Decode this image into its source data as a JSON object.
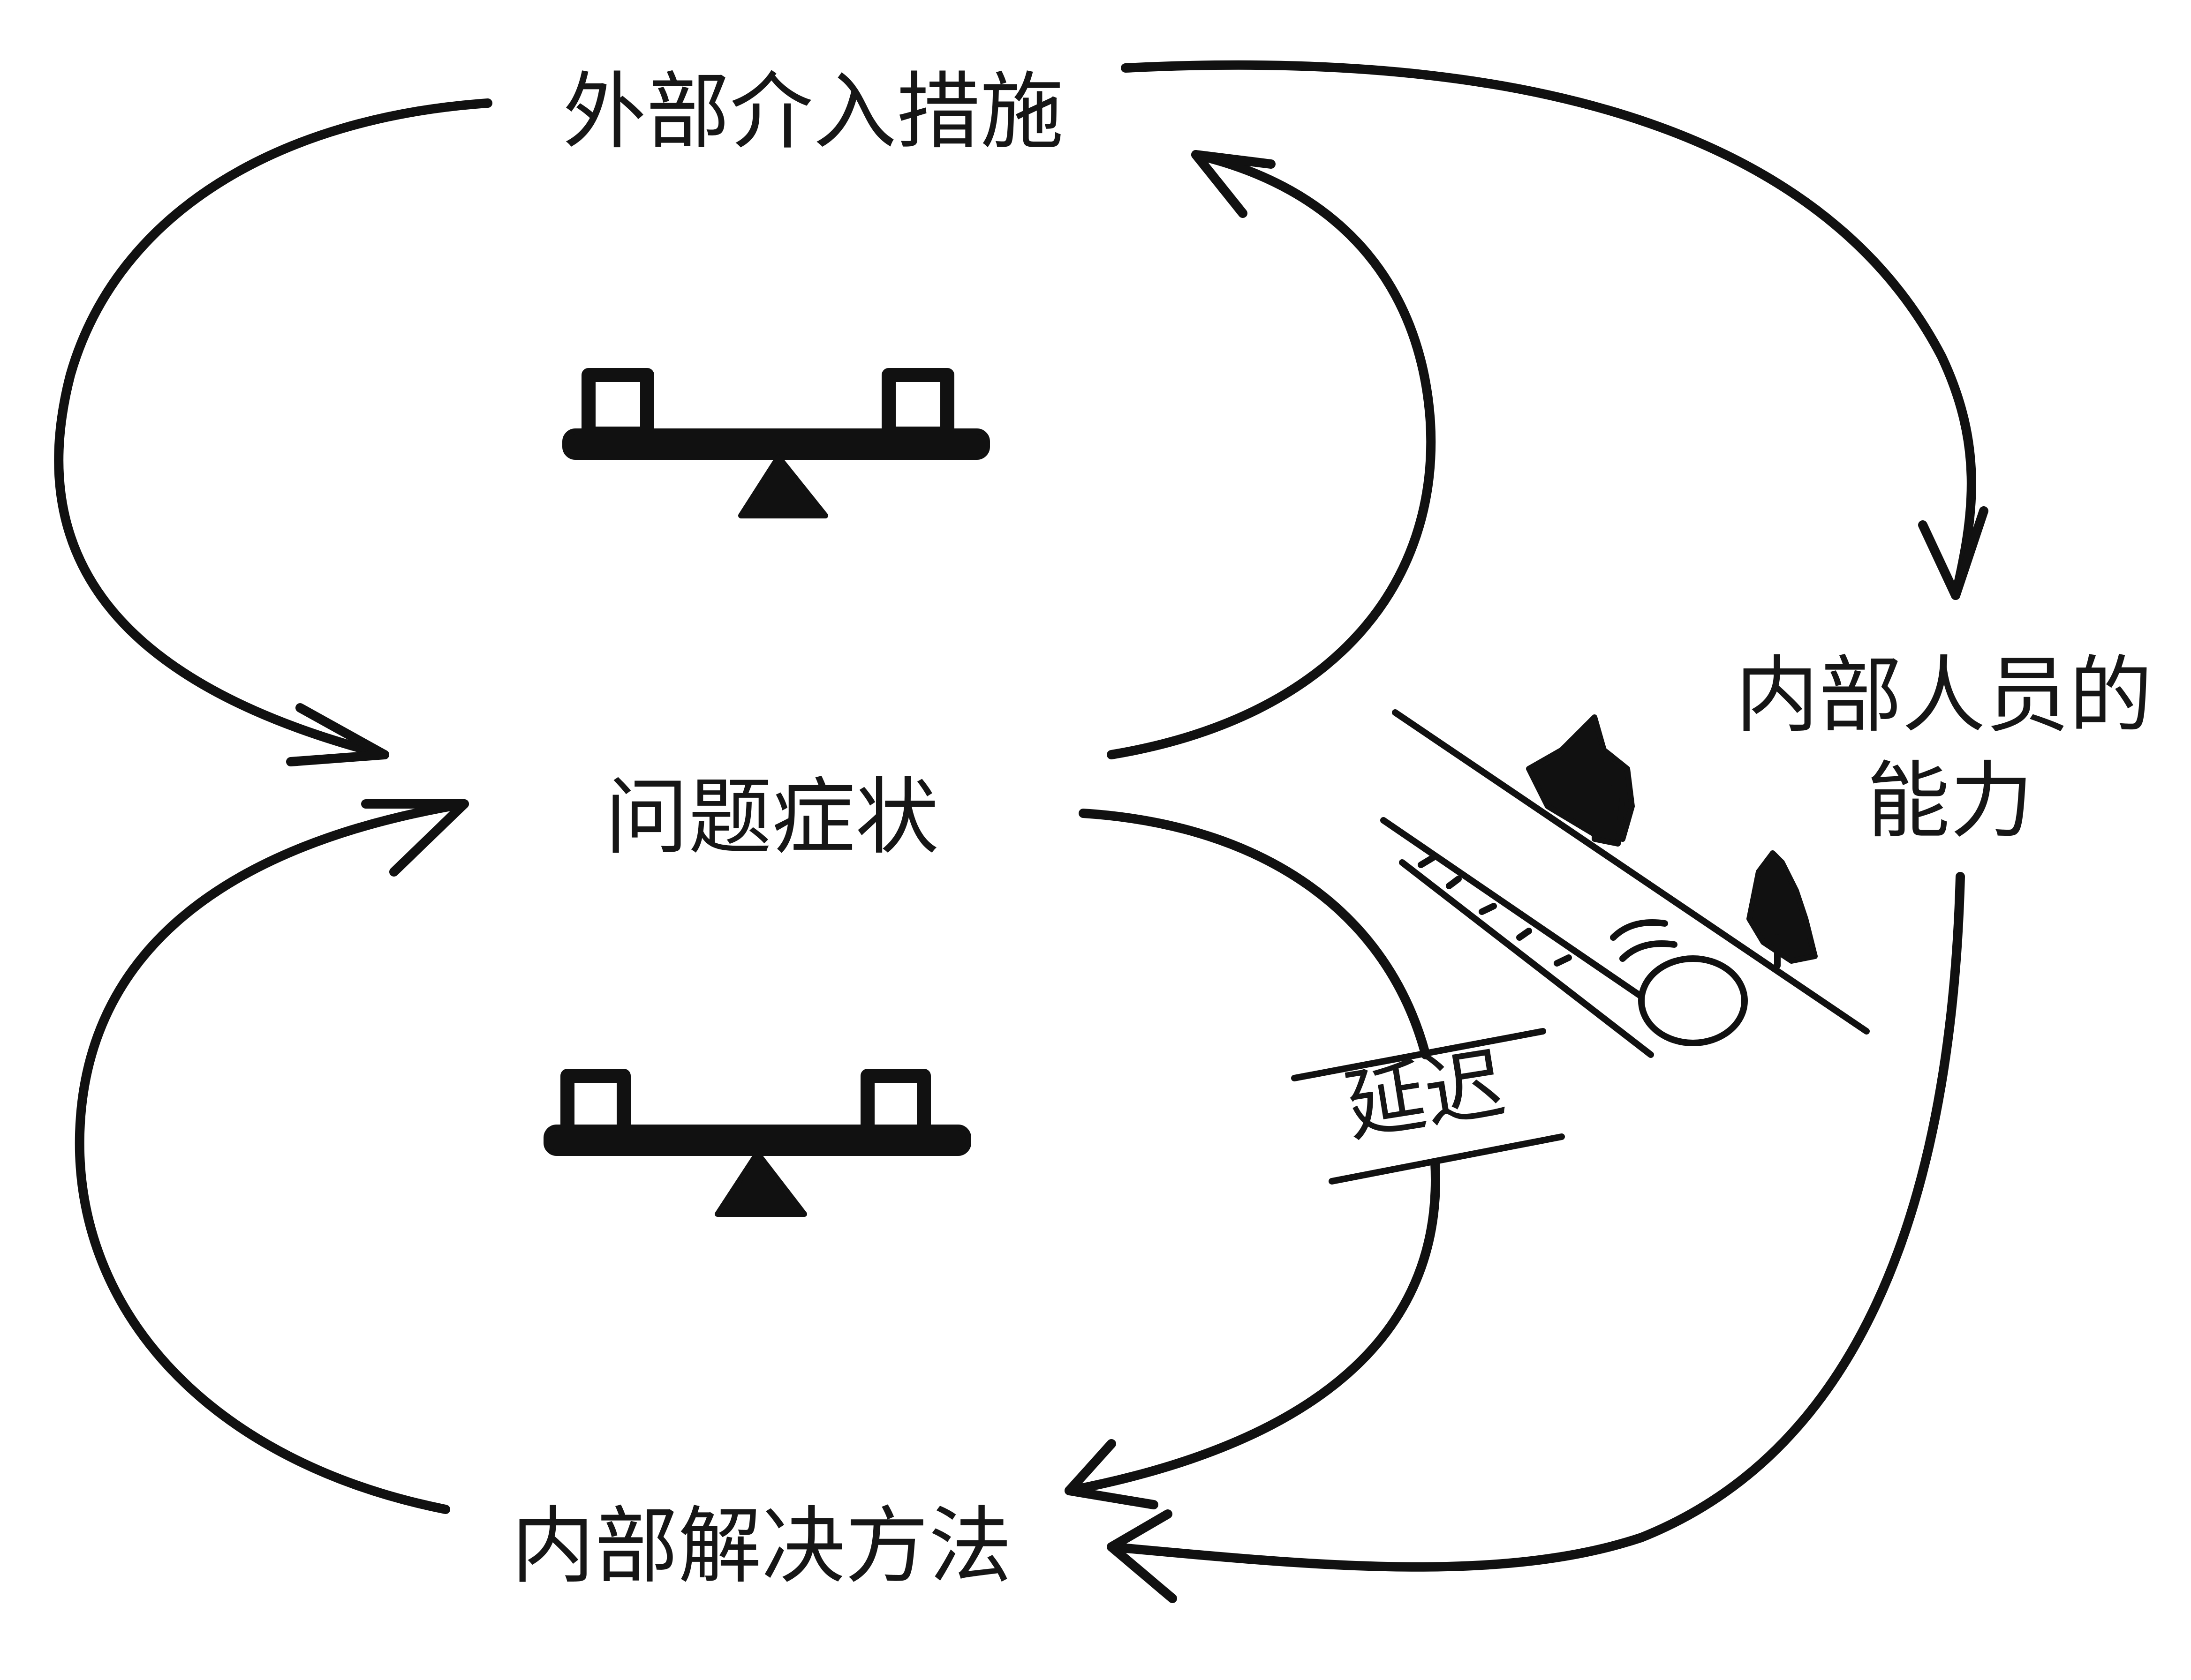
{
  "nodes": {
    "external_intervention": "外部介入措施",
    "problem_symptom": "问题症状",
    "internal_capability_line1": "内部人员的",
    "internal_capability_line2": "能力",
    "internal_solution": "内部解决方法"
  },
  "delay_label": "延迟",
  "icons": [
    "balance-scale-icon",
    "balance-scale-icon",
    "rolling-snowball-icon"
  ],
  "colors": {
    "ink": "#111111",
    "background": "#ffffff"
  }
}
